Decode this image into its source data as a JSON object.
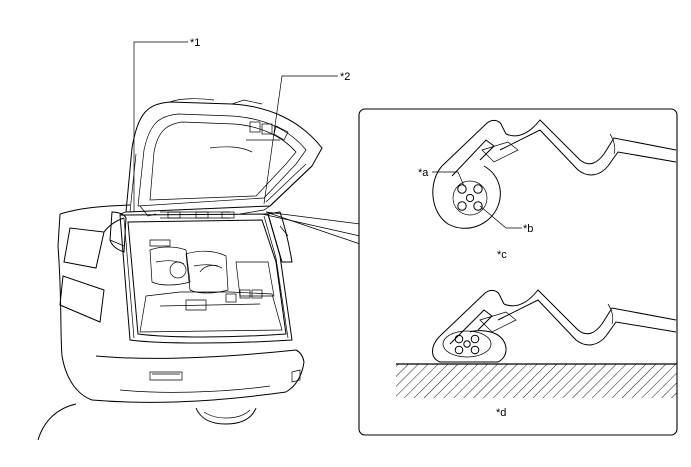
{
  "callouts": {
    "c1": "*1",
    "c2": "*2",
    "ca": "*a",
    "cb": "*b",
    "cc": "*c",
    "cd": "*d"
  }
}
